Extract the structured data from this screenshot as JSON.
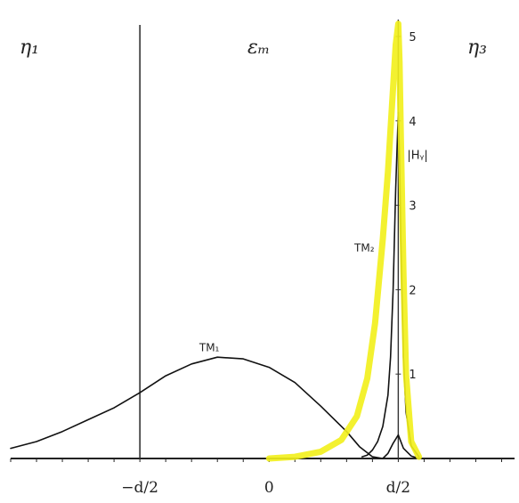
{
  "chart_data": {
    "type": "line",
    "regions": [
      "η₁",
      "εₘ",
      "η₃"
    ],
    "x_ticks": [
      {
        "label": "−d/2",
        "value": -0.5
      },
      {
        "label": "0",
        "value": 0
      },
      {
        "label": "d/2",
        "value": 0.5
      }
    ],
    "xlim": [
      -1.0,
      0.95
    ],
    "ylabel": "|Hᵧ|",
    "y_ticks": [
      "1",
      "2",
      "3",
      "4",
      "5"
    ],
    "ylim": [
      0,
      5.2
    ],
    "series": [
      {
        "name": "TM₁",
        "color": "#111111",
        "x": [
          -1.0,
          -0.9,
          -0.8,
          -0.7,
          -0.6,
          -0.5,
          -0.4,
          -0.3,
          -0.2,
          -0.1,
          0.0,
          0.1,
          0.2,
          0.3,
          0.35,
          0.4,
          0.44,
          0.46,
          0.48,
          0.5,
          0.52,
          0.55,
          0.58
        ],
        "y": [
          0.12,
          0.2,
          0.32,
          0.46,
          0.6,
          0.78,
          0.98,
          1.12,
          1.2,
          1.18,
          1.08,
          0.9,
          0.62,
          0.32,
          0.14,
          0.02,
          0.0,
          0.06,
          0.18,
          0.28,
          0.12,
          0.03,
          0.0
        ]
      },
      {
        "name": "TM₂",
        "color": "#111111",
        "x": [
          0.36,
          0.38,
          0.4,
          0.42,
          0.44,
          0.46,
          0.47,
          0.48,
          0.49,
          0.5,
          0.505,
          0.51,
          0.52,
          0.53,
          0.55,
          0.58
        ],
        "y": [
          0.02,
          0.04,
          0.1,
          0.2,
          0.38,
          0.75,
          1.2,
          2.0,
          3.2,
          4.1,
          3.6,
          2.6,
          1.2,
          0.55,
          0.15,
          0.02
        ]
      },
      {
        "name": "",
        "color": "#f2f01a",
        "x": [
          0.0,
          0.1,
          0.2,
          0.28,
          0.34,
          0.38,
          0.41,
          0.44,
          0.46,
          0.48,
          0.49,
          0.5,
          0.505,
          0.51,
          0.52,
          0.53,
          0.55,
          0.58
        ],
        "y": [
          0.0,
          0.02,
          0.08,
          0.22,
          0.5,
          0.95,
          1.6,
          2.6,
          3.4,
          4.4,
          4.9,
          5.15,
          4.7,
          3.8,
          2.2,
          1.0,
          0.2,
          0.02
        ]
      }
    ],
    "annotations": [
      {
        "text": "TM₁",
        "x": -0.27,
        "y": 1.27
      },
      {
        "text": "TM₂",
        "x": 0.33,
        "y": 2.45
      }
    ]
  }
}
